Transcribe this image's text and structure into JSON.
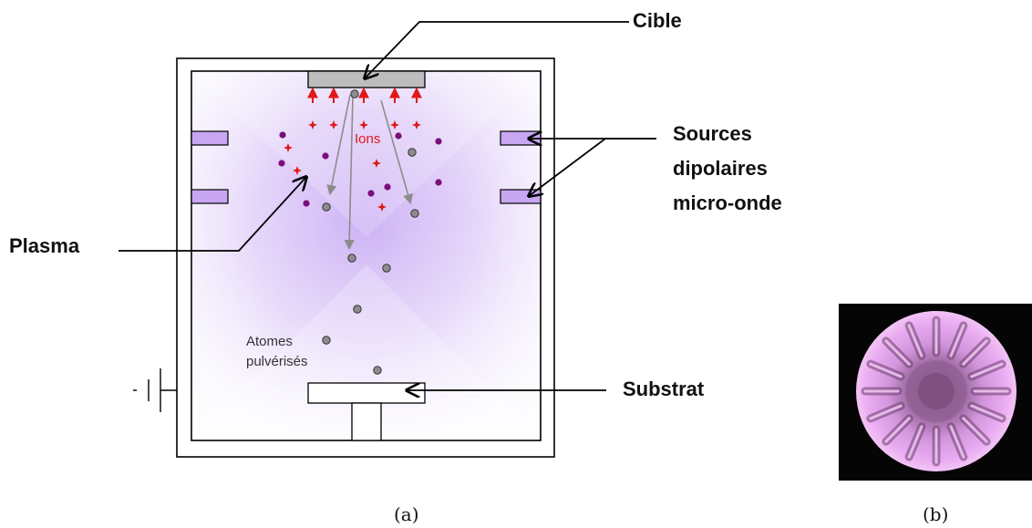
{
  "panel_a": {
    "labels": {
      "target": "Cible",
      "sources_line1": "Sources",
      "sources_line2": "dipolaires",
      "sources_line3": "micro-onde",
      "plasma": "Plasma",
      "ions": "Ions",
      "atoms_line1": "Atomes",
      "atoms_line2": "pulvérisés",
      "substrate": "Substrat"
    },
    "caption": "(a)"
  },
  "panel_b": {
    "caption": "(b)"
  },
  "colors": {
    "plasma": "#b48cf0",
    "source_fill": "#c8a6f2",
    "ion": "#e01818",
    "electron": "#7a0f7a",
    "atom": "#8c8c8c",
    "target": "#bdbdbd",
    "photo_glow": "#e0a2e6"
  }
}
